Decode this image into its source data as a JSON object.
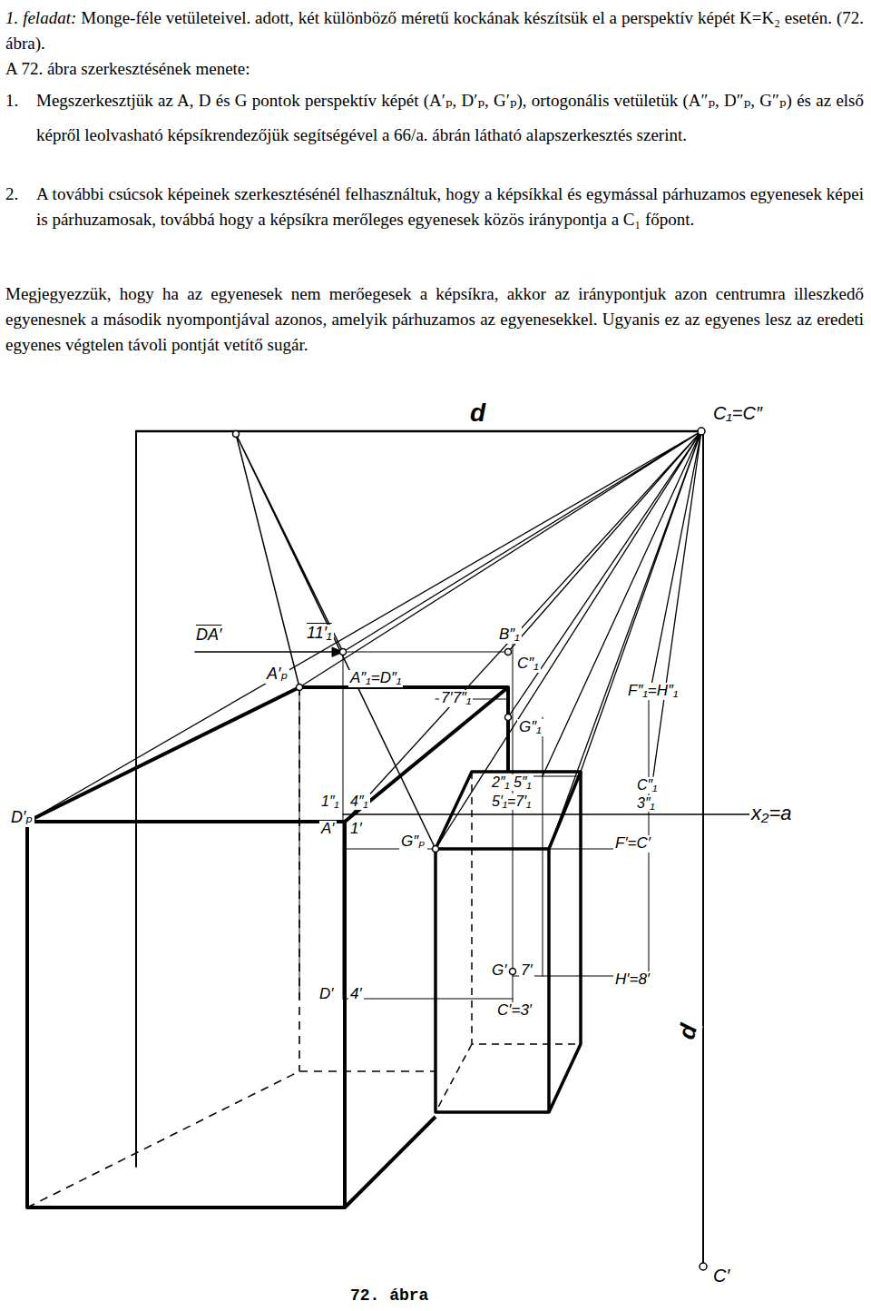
{
  "diagram": {
    "caption": "72. ábra",
    "labels": [
      "1. feladat:",
      "Monge-féle vetületeivel. adott, két különböző méretű kockának készítsük el a perspektív képét K=K₂ esetén. (72. ábra).",
      "A 72. ábra szerkesztésének menete:",
      "1.",
      "Megszerkesztjük az A, D és G pontok perspektív képét (A′ₚ, D′ₚ, G′ₚ), ortogonális vetületük (A″ₚ, D″ₚ, G″ₚ) és az első képről leolvasható képsíkrendezőjük segítségével a 66/a. ábrán látható alapszerkesztés szerint.",
      "2.",
      "A további csúcsok képeinek szerkesztésénél felhasználtuk, hogy a képsíkkal és egymással párhuzamos egyenesek képei is párhuzamosak, továbbá hogy a képsíkra merőleges egyenesek közös iránypontja a C₁ főpont.",
      "Megjegyezzük, hogy ha az egyenesek nem merőegesek a képsíkra, akkor az iránypontjuk azon centrumra illeszkedő egyenesnek a második nyompontjával azonos, amelyik párhuzamos az egyenesekkel. Ugyanis ez az egyenes lesz az eredeti egyenes végtelen távoli pontját vetítő sugár.",
      "d",
      "C₁=C″",
      "DA′",
      "11′₁",
      "A′ₚ",
      "A″₁=D″₁",
      "B″₁",
      "C″₁",
      "7′7″₁",
      "G″₁",
      "F″₁=H″₁",
      "1″₁",
      "4″₁",
      "2″₁ 5″₁",
      "5′₁=7′₁",
      "C″₁",
      "3″₁",
      "x₂=a",
      "D′ₚ",
      "G″ₚ",
      "A′",
      "1′",
      "F′=C′",
      "G′",
      "7′",
      "H′=8′",
      "D′",
      "4′",
      "C′=3′",
      "d",
      "C′"
    ]
  }
}
